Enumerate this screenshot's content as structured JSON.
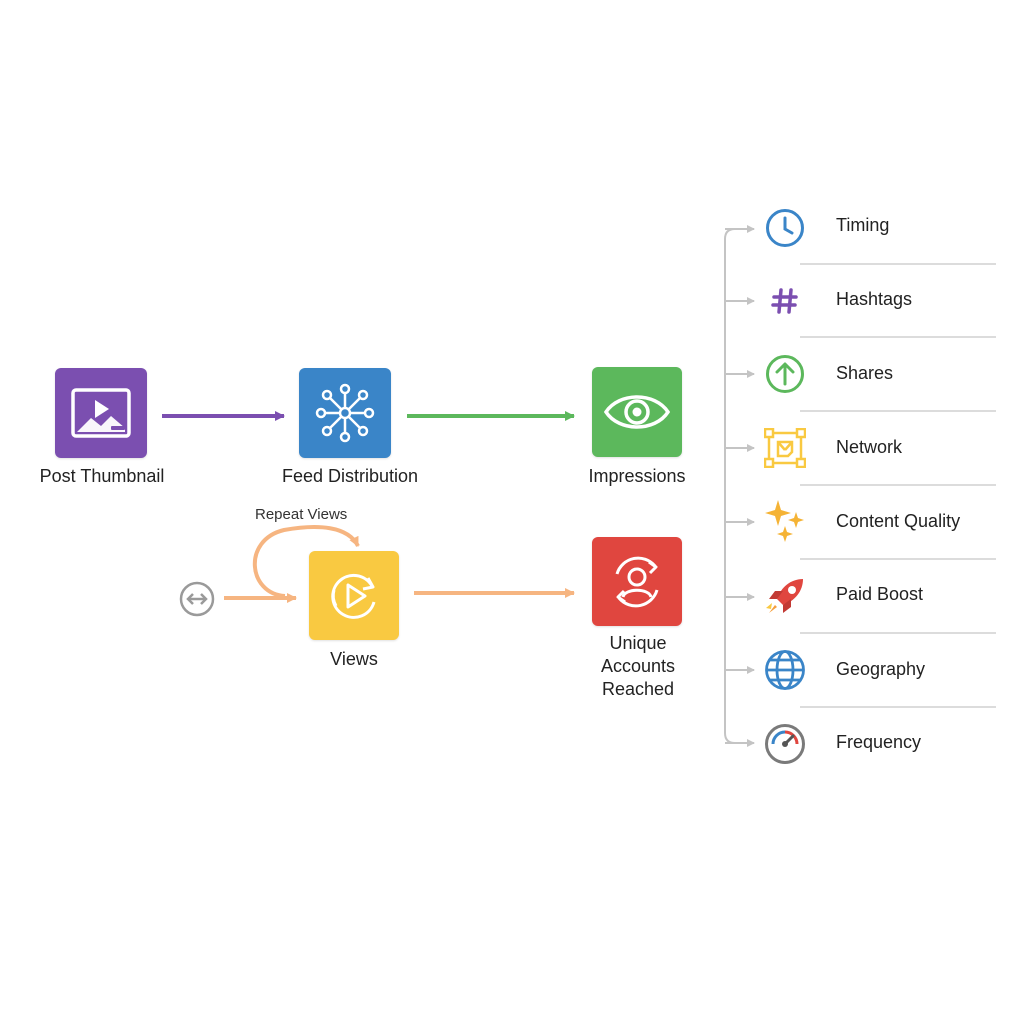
{
  "colors": {
    "purple": "#7b4fb0",
    "blue": "#3a85c8",
    "green": "#5cb85c",
    "yellow": "#f9c941",
    "red": "#e0463f",
    "orange": "#f6b581",
    "gray": "#9a9a9a"
  },
  "nodes": {
    "post_thumbnail": {
      "label": "Post Thumbnail",
      "icon": "image-play-icon",
      "color": "#7b4fb0"
    },
    "feed_distribution": {
      "label": "Feed Distribution",
      "icon": "network-hub-icon",
      "color": "#3a85c8"
    },
    "impressions": {
      "label": "Impressions",
      "icon": "eye-icon",
      "color": "#5cb85c"
    },
    "views": {
      "label": "Views",
      "icon": "replay-play-icon",
      "color": "#f9c941"
    },
    "unique_accounts": {
      "label_lines": [
        "Unique",
        "Accounts",
        "Reached"
      ],
      "icon": "user-refresh-icon",
      "color": "#e0463f"
    }
  },
  "loop": {
    "label": "Repeat Views"
  },
  "factors": [
    {
      "label": "Timing",
      "icon": "clock-icon"
    },
    {
      "label": "Hashtags",
      "icon": "hashtag-icon"
    },
    {
      "label": "Shares",
      "icon": "arrow-up-circle-icon"
    },
    {
      "label": "Network",
      "icon": "network-frame-icon"
    },
    {
      "label": "Content Quality",
      "icon": "sparkles-icon"
    },
    {
      "label": "Paid Boost",
      "icon": "rocket-icon"
    },
    {
      "label": "Geography",
      "icon": "globe-icon"
    },
    {
      "label": "Frequency",
      "icon": "gauge-icon"
    }
  ]
}
